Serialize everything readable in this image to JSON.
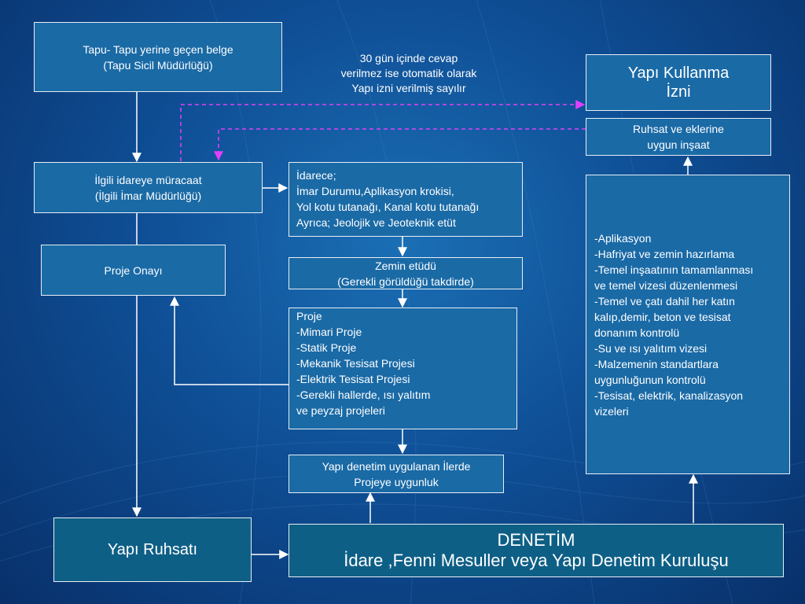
{
  "boxes": {
    "tapu": {
      "lines": [
        "Tapu- Tapu yerine geçen belge",
        "(Tapu Sicil Müdürlüğü)"
      ]
    },
    "muracaat": {
      "lines": [
        "İlgili idareye müracaat",
        "(İlgili İmar Müdürlüğü)"
      ]
    },
    "idarece": {
      "lines": [
        "İdarece;",
        "İmar Durumu,Aplikasyon krokisi,",
        "Yol kotu tutanağı, Kanal kotu tutanağı",
        "Ayrıca; Jeolojik ve Jeoteknik etüt"
      ]
    },
    "proje_onayi": {
      "lines": [
        "Proje Onayı"
      ]
    },
    "zemin": {
      "lines": [
        "Zemin etüdü",
        "(Gerekli görüldüğü takdirde)"
      ]
    },
    "proje": {
      "lines": [
        "Proje",
        "-Mimari Proje",
        "-Statik Proje",
        "-Mekanik Tesisat Projesi",
        "-Elektrik  Tesisat Projesi",
        "-Gerekli hallerde, ısı yalıtım",
        "ve peyzaj projeleri"
      ]
    },
    "yapi_denetim": {
      "lines": [
        "Yapı denetim uygulanan İlerde",
        "Projeye uygunluk"
      ]
    },
    "yapi_ruhsati": {
      "lines": [
        "Yapı Ruhsatı"
      ]
    },
    "denetim": {
      "lines": [
        "DENETİM",
        "İdare ,Fenni Mesuller  veya Yapı Denetim Kuruluşu"
      ]
    },
    "kullanma_izni": {
      "lines": [
        "Yapı Kullanma",
        "İzni"
      ]
    },
    "ruhsat_ekler": {
      "lines": [
        "Ruhsat ve eklerine",
        "uygun inşaat"
      ]
    },
    "kontroller": {
      "lines": [
        "-Aplikasyon",
        "-Hafriyat ve zemin hazırlama",
        "-Temel inşaatının tamamlanması",
        "ve temel vizesi düzenlenmesi",
        "-Temel ve çatı dahil her katın",
        "kalıp,demir, beton ve tesisat",
        "donanım kontrolü",
        "-Su ve ısı yalıtım vizesi",
        "-Malzemenin standartlara",
        "uygunluğunun kontrolü",
        "-Tesisat, elektrik, kanalizasyon",
        "vizeleri"
      ]
    }
  },
  "note": {
    "lines": [
      "30 gün içinde cevap",
      "verilmez ise otomatik olarak",
      "Yapı izni verilmiş sayılır"
    ]
  },
  "colors": {
    "line": "#ffffff",
    "dashed": "#e040fb",
    "box_light": "#1a6aa6",
    "box_dark": "#0e5f86"
  }
}
